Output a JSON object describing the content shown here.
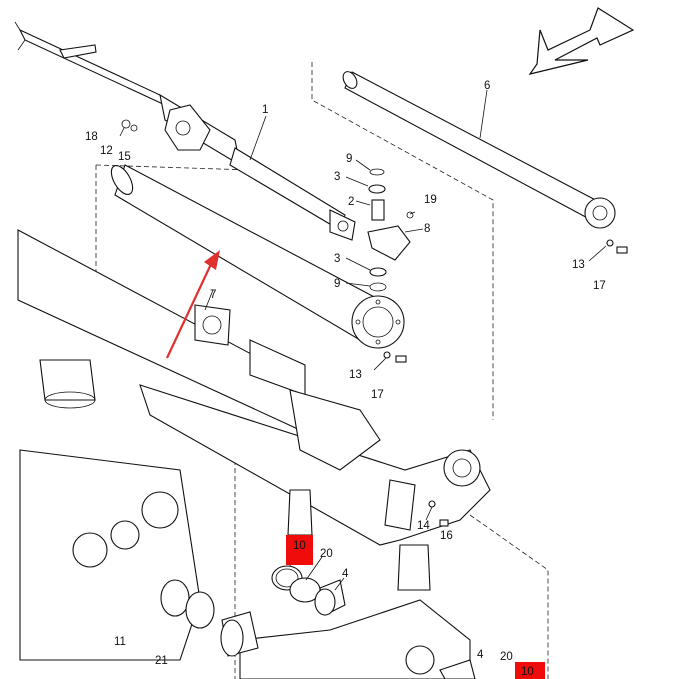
{
  "colors": {
    "line": "#111111",
    "highlight": "#f10c0c",
    "arrow": "#e03030",
    "background": "#ffffff"
  },
  "icons": {
    "direction": "direction-arrow-icon",
    "pointer": "red-pointer-arrow-icon"
  },
  "labels": {
    "p1": "1",
    "p2": "2",
    "p3a": "3",
    "p3b": "3",
    "p4a": "4",
    "p4b": "4",
    "p6": "6",
    "p7": "7",
    "p8": "8",
    "p9a": "9",
    "p9b": "9",
    "p10a": "10",
    "p10b": "10",
    "p11": "11",
    "p12": "12",
    "p13a": "13",
    "p13b": "13",
    "p14": "14",
    "p15": "15",
    "p16": "16",
    "p17a": "17",
    "p17b": "17",
    "p18": "18",
    "p19": "19",
    "p20a": "20",
    "p20b": "20",
    "p21": "21"
  }
}
